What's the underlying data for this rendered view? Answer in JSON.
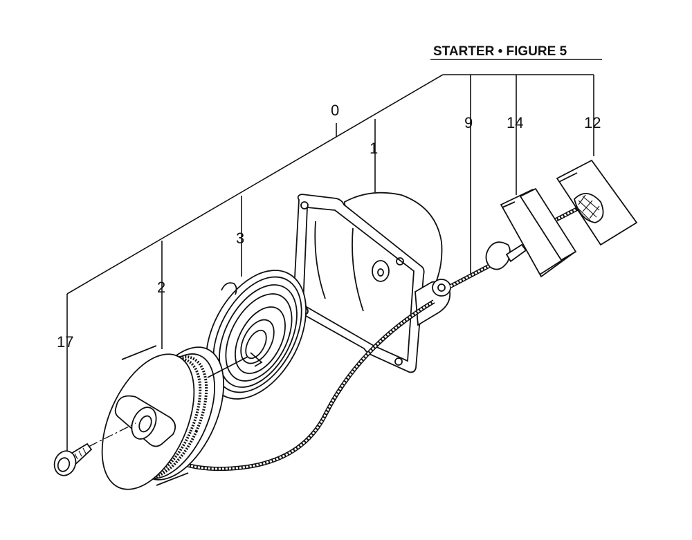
{
  "title": "STARTER • FIGURE 5",
  "callouts": {
    "c0": "0",
    "c1": "1",
    "c2": "2",
    "c3": "3",
    "c9": "9",
    "c12": "12",
    "c14": "14",
    "c17": "17"
  }
}
